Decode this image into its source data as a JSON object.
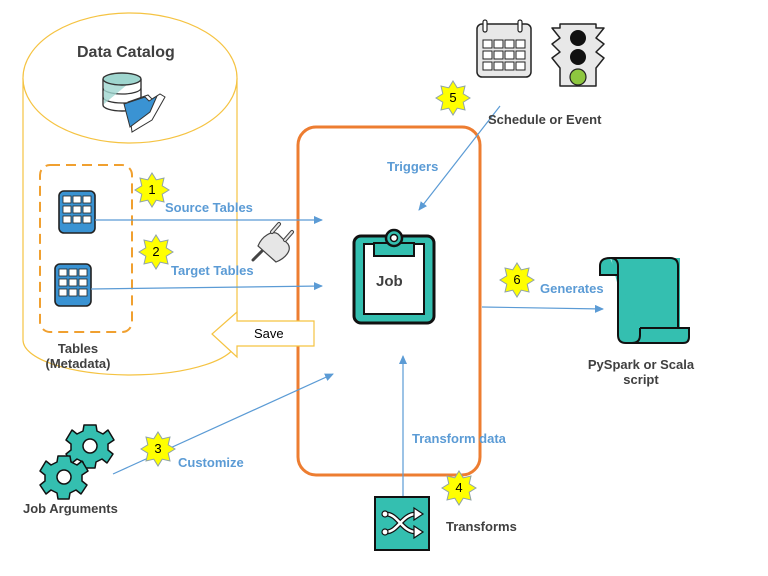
{
  "diagram": {
    "catalog": {
      "title": "Data Catalog",
      "tables_label_line1": "Tables",
      "tables_label_line2": "(Metadata)"
    },
    "edges": {
      "source_tables": "Source Tables",
      "target_tables": "Target Tables",
      "save": "Save",
      "customize": "Customize",
      "triggers": "Triggers",
      "transform_data": "Transform data",
      "generates": "Generates"
    },
    "nodes": {
      "job": "Job",
      "job_arguments": "Job Arguments",
      "transforms": "Transforms",
      "schedule_or_event": "Schedule or Event",
      "script_line1": "PySpark or Scala",
      "script_line2": "script"
    },
    "steps": [
      "1",
      "2",
      "3",
      "4",
      "5",
      "6"
    ],
    "colors": {
      "catalog_outline": "#f5c342",
      "job_outline": "#ed7d31",
      "tables_dash": "#f0a030",
      "arrow": "#5b9bd5",
      "teal": "#34bfb0",
      "table_blue": "#3a93d3",
      "badge": "#ffff00"
    }
  }
}
